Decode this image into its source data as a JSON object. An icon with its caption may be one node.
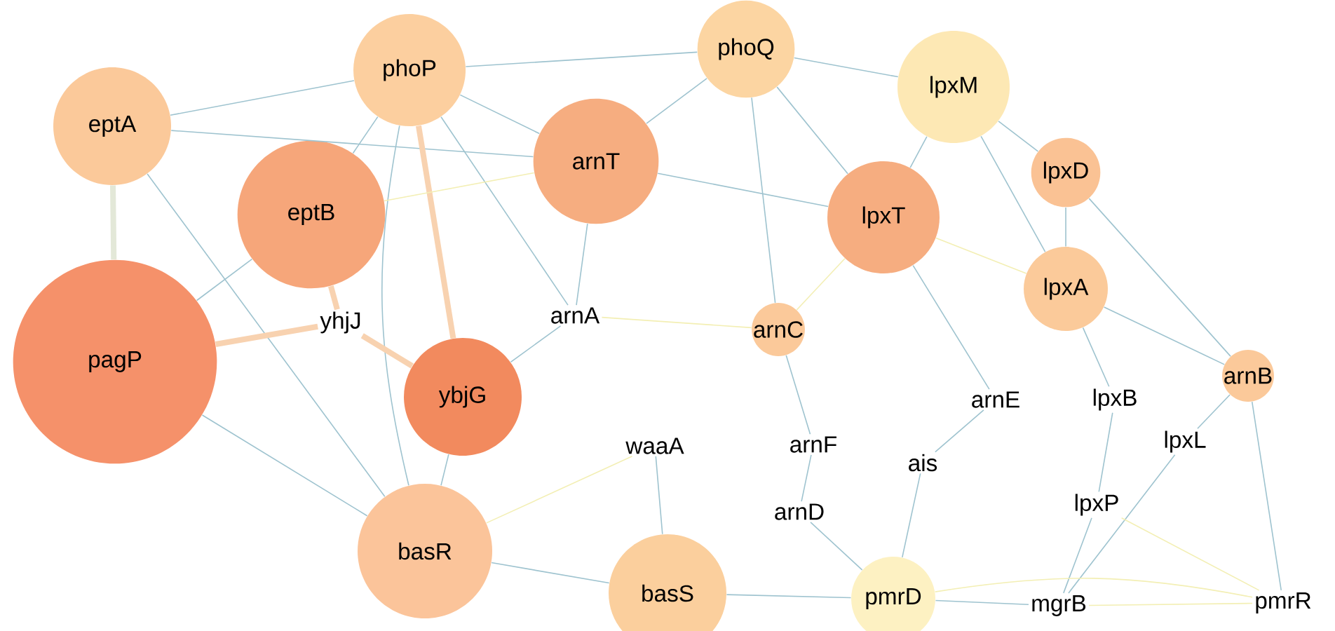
{
  "diagram": {
    "nodes": [
      {
        "text": [
          "eptA"
        ]
      },
      {
        "text": [
          "phoP"
        ]
      },
      {
        "text": [
          "phoQ"
        ]
      },
      {
        "text": [
          "lpxM"
        ]
      },
      {
        "text": [
          "arnT"
        ]
      },
      {
        "text": [
          "eptB"
        ]
      },
      {
        "text": [
          "lpxD"
        ]
      },
      {
        "text": [
          "lpxT"
        ]
      },
      {
        "text": [
          "lpxA"
        ]
      },
      {
        "text": [
          "pagP"
        ]
      },
      {
        "text": [
          "yhjJ"
        ]
      },
      {
        "text": [
          "arnA"
        ]
      },
      {
        "text": [
          "arnC"
        ]
      },
      {
        "text": [
          "ybjG"
        ]
      },
      {
        "text": [
          "arnE"
        ]
      },
      {
        "text": [
          "lpxB"
        ]
      },
      {
        "text": [
          "arnB"
        ]
      },
      {
        "text": [
          "waaA"
        ]
      },
      {
        "text": [
          "arnF"
        ]
      },
      {
        "text": [
          "ais"
        ]
      },
      {
        "text": [
          "lpxL"
        ]
      },
      {
        "text": [
          "arnD"
        ]
      },
      {
        "text": [
          "lpxP"
        ]
      },
      {
        "text": [
          "basR"
        ]
      },
      {
        "text": [
          "basS"
        ]
      },
      {
        "text": [
          "pmrD"
        ]
      },
      {
        "text": [
          "mgrB"
        ]
      },
      {
        "text": [
          "pmrR"
        ]
      }
    ],
    "edges": [
      {
        "from": 0,
        "to": 1,
        "arrow": "none"
      },
      {
        "from": 0,
        "to": 9,
        "arrow": "none",
        "style": "thick",
        "color": "#e3e8d8"
      },
      {
        "from": 0,
        "to": 23,
        "arrow": "none"
      },
      {
        "from": 0,
        "to": 4,
        "arrow": "none"
      },
      {
        "from": 1,
        "to": 4,
        "arrow": "none"
      },
      {
        "from": 1,
        "to": 2,
        "arrow": "none"
      },
      {
        "from": 1,
        "to": 13,
        "arrow": "none",
        "style": "thick",
        "color": "#f8d2b0"
      },
      {
        "from": 1,
        "to": 23,
        "arrow": "none"
      },
      {
        "from": 1,
        "to": 5,
        "arrow": "none"
      },
      {
        "from": 1,
        "to": 11,
        "arrow": "none"
      },
      {
        "from": 2,
        "to": 4,
        "arrow": "none"
      },
      {
        "from": 2,
        "to": 3,
        "arrow": "none"
      },
      {
        "from": 2,
        "to": 12,
        "arrow": "none"
      },
      {
        "from": 2,
        "to": 7,
        "arrow": "none"
      },
      {
        "from": 3,
        "to": 6,
        "arrow": "none"
      },
      {
        "from": 3,
        "to": 7,
        "arrow": "none"
      },
      {
        "from": 3,
        "to": 8,
        "arrow": "none"
      },
      {
        "from": 6,
        "to": 8,
        "arrow": "none"
      },
      {
        "from": 6,
        "to": 16,
        "arrow": "none"
      },
      {
        "from": 8,
        "to": 16,
        "arrow": "none"
      },
      {
        "from": 8,
        "to": 15,
        "arrow": "none"
      },
      {
        "from": 16,
        "to": 27,
        "arrow": "none"
      },
      {
        "from": 16,
        "to": 20,
        "arrow": "none"
      },
      {
        "from": 4,
        "to": 11,
        "arrow": "none"
      },
      {
        "from": 4,
        "to": 7,
        "arrow": "none"
      },
      {
        "from": 5,
        "to": 10,
        "arrow": "none",
        "style": "thick",
        "color": "#f8d2b0"
      },
      {
        "from": 10,
        "to": 13,
        "arrow": "none",
        "style": "thick",
        "color": "#f8d2b0"
      },
      {
        "from": 9,
        "to": 10,
        "arrow": "none",
        "style": "thick",
        "color": "#f8d2b0"
      },
      {
        "from": 9,
        "to": 5,
        "arrow": "none"
      },
      {
        "from": 9,
        "to": 23,
        "arrow": "none"
      },
      {
        "from": 5,
        "to": 4,
        "arrow": "none",
        "color": "#f3efb4"
      },
      {
        "from": 13,
        "to": 11,
        "arrow": "none"
      },
      {
        "from": 13,
        "to": 23,
        "arrow": "none"
      },
      {
        "from": 23,
        "to": 24,
        "arrow": "none"
      },
      {
        "from": 23,
        "to": 17,
        "arrow": "none",
        "color": "#f3efb4"
      },
      {
        "from": 24,
        "to": 25,
        "arrow": "none"
      },
      {
        "from": 24,
        "to": 17,
        "arrow": "none"
      },
      {
        "from": 25,
        "to": 26,
        "arrow": "none"
      },
      {
        "from": 26,
        "to": 27,
        "arrow": "none",
        "color": "#f3efb4"
      },
      {
        "from": 12,
        "to": 18,
        "arrow": "none"
      },
      {
        "from": 18,
        "to": 21,
        "arrow": "none"
      },
      {
        "from": 21,
        "to": 25,
        "arrow": "none"
      },
      {
        "from": 19,
        "to": 25,
        "arrow": "none"
      },
      {
        "from": 14,
        "to": 19,
        "arrow": "none"
      },
      {
        "from": 15,
        "to": 22,
        "arrow": "none"
      },
      {
        "from": 22,
        "to": 26,
        "arrow": "none"
      },
      {
        "from": 20,
        "to": 26,
        "arrow": "none"
      },
      {
        "from": 7,
        "to": 14,
        "arrow": "none"
      },
      {
        "from": 7,
        "to": 8,
        "arrow": "none",
        "color": "#f3efb4"
      },
      {
        "from": 12,
        "to": 7,
        "arrow": "none",
        "color": "#f3efb4"
      },
      {
        "from": 11,
        "to": 12,
        "arrow": "none",
        "color": "#f3efb4"
      },
      {
        "from": 22,
        "to": 27,
        "arrow": "none",
        "color": "#f3efb4"
      },
      {
        "from": 25,
        "to": 27,
        "arrow": "none",
        "color": "#f3efb4"
      }
    ]
  }
}
